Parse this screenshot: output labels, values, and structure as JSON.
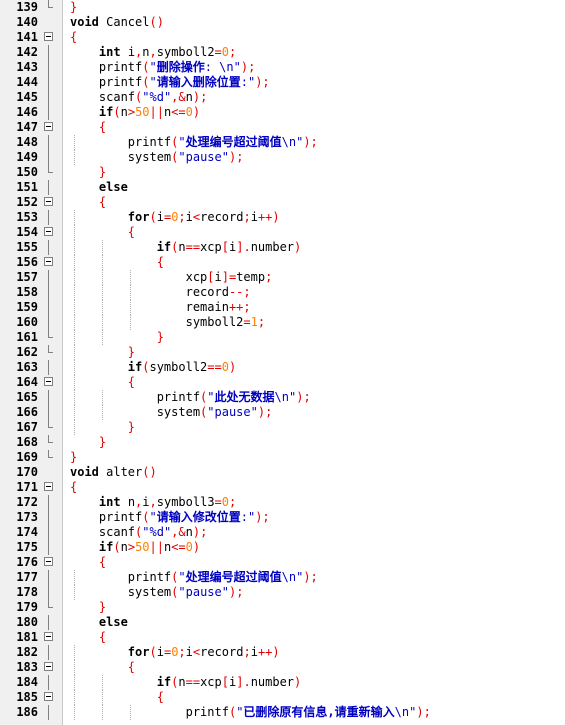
{
  "editor": {
    "lines": [
      {
        "n": "139",
        "fold": "end",
        "guides": [],
        "tokens": [
          [
            "op",
            "}"
          ]
        ]
      },
      {
        "n": "140",
        "fold": "none",
        "guides": [],
        "tokens": [
          [
            "kw",
            "void"
          ],
          [
            "pl",
            " Cancel"
          ],
          [
            "op",
            "()"
          ]
        ]
      },
      {
        "n": "141",
        "fold": "open",
        "guides": [],
        "tokens": [
          [
            "op",
            "{"
          ]
        ]
      },
      {
        "n": "142",
        "fold": "line",
        "guides": [],
        "tokens": [
          [
            "pl",
            "    "
          ],
          [
            "kw",
            "int"
          ],
          [
            "pl",
            " i"
          ],
          [
            "op",
            ","
          ],
          [
            "pl",
            "n"
          ],
          [
            "op",
            ","
          ],
          [
            "pl",
            "symboll2"
          ],
          [
            "op",
            "="
          ],
          [
            "num",
            "0"
          ],
          [
            "op",
            ";"
          ]
        ]
      },
      {
        "n": "143",
        "fold": "line",
        "guides": [],
        "tokens": [
          [
            "pl",
            "    printf"
          ],
          [
            "op",
            "("
          ],
          [
            "str",
            "\""
          ],
          [
            "strb",
            "删除操作"
          ],
          [
            "str",
            ": \\n\""
          ],
          [
            "op",
            ");"
          ]
        ]
      },
      {
        "n": "144",
        "fold": "line",
        "guides": [],
        "tokens": [
          [
            "pl",
            "    printf"
          ],
          [
            "op",
            "("
          ],
          [
            "str",
            "\""
          ],
          [
            "strb",
            "请输入删除位置"
          ],
          [
            "str",
            ":\""
          ],
          [
            "op",
            ");"
          ]
        ]
      },
      {
        "n": "145",
        "fold": "line",
        "guides": [],
        "tokens": [
          [
            "pl",
            "    scanf"
          ],
          [
            "op",
            "("
          ],
          [
            "str",
            "\"%d\""
          ],
          [
            "op",
            ",&"
          ],
          [
            "pl",
            "n"
          ],
          [
            "op",
            ");"
          ]
        ]
      },
      {
        "n": "146",
        "fold": "line",
        "guides": [],
        "tokens": [
          [
            "pl",
            "    "
          ],
          [
            "kw",
            "if"
          ],
          [
            "op",
            "("
          ],
          [
            "pl",
            "n"
          ],
          [
            "op",
            ">"
          ],
          [
            "num",
            "50"
          ],
          [
            "op",
            "||"
          ],
          [
            "pl",
            "n"
          ],
          [
            "op",
            "<="
          ],
          [
            "num",
            "0"
          ],
          [
            "op",
            ")"
          ]
        ]
      },
      {
        "n": "147",
        "fold": "open",
        "guides": [],
        "tokens": [
          [
            "pl",
            "    "
          ],
          [
            "op",
            "{"
          ]
        ]
      },
      {
        "n": "148",
        "fold": "line",
        "guides": [
          90
        ],
        "tokens": [
          [
            "pl",
            "        printf"
          ],
          [
            "op",
            "("
          ],
          [
            "str",
            "\""
          ],
          [
            "strb",
            "处理编号超过阈值"
          ],
          [
            "str",
            "\\n\""
          ],
          [
            "op",
            ");"
          ]
        ]
      },
      {
        "n": "149",
        "fold": "line",
        "guides": [
          90
        ],
        "tokens": [
          [
            "pl",
            "        system"
          ],
          [
            "op",
            "("
          ],
          [
            "str",
            "\"pause\""
          ],
          [
            "op",
            ");"
          ]
        ]
      },
      {
        "n": "150",
        "fold": "end",
        "guides": [],
        "tokens": [
          [
            "pl",
            "    "
          ],
          [
            "op",
            "}"
          ]
        ]
      },
      {
        "n": "151",
        "fold": "line",
        "guides": [],
        "tokens": [
          [
            "pl",
            "    "
          ],
          [
            "kw",
            "else"
          ]
        ]
      },
      {
        "n": "152",
        "fold": "open",
        "guides": [],
        "tokens": [
          [
            "pl",
            "    "
          ],
          [
            "op",
            "{"
          ]
        ]
      },
      {
        "n": "153",
        "fold": "line",
        "guides": [
          90
        ],
        "tokens": [
          [
            "pl",
            "        "
          ],
          [
            "kw",
            "for"
          ],
          [
            "op",
            "("
          ],
          [
            "pl",
            "i"
          ],
          [
            "op",
            "="
          ],
          [
            "num",
            "0"
          ],
          [
            "op",
            ";"
          ],
          [
            "pl",
            "i"
          ],
          [
            "op",
            "<"
          ],
          [
            "pl",
            "record"
          ],
          [
            "op",
            ";"
          ],
          [
            "pl",
            "i"
          ],
          [
            "op",
            "++)"
          ]
        ]
      },
      {
        "n": "154",
        "fold": "open",
        "guides": [
          90
        ],
        "tokens": [
          [
            "pl",
            "        "
          ],
          [
            "op",
            "{"
          ]
        ]
      },
      {
        "n": "155",
        "fold": "line",
        "guides": [
          90,
          118
        ],
        "tokens": [
          [
            "pl",
            "            "
          ],
          [
            "kw",
            "if"
          ],
          [
            "op",
            "("
          ],
          [
            "pl",
            "n"
          ],
          [
            "op",
            "=="
          ],
          [
            "pl",
            "xcp"
          ],
          [
            "op",
            "["
          ],
          [
            "pl",
            "i"
          ],
          [
            "op",
            "]."
          ],
          [
            "pl",
            "number"
          ],
          [
            "op",
            ")"
          ]
        ]
      },
      {
        "n": "156",
        "fold": "open",
        "guides": [
          90,
          118
        ],
        "tokens": [
          [
            "pl",
            "            "
          ],
          [
            "op",
            "{"
          ]
        ]
      },
      {
        "n": "157",
        "fold": "line",
        "guides": [
          90,
          118,
          146
        ],
        "tokens": [
          [
            "pl",
            "                xcp"
          ],
          [
            "op",
            "["
          ],
          [
            "pl",
            "i"
          ],
          [
            "op",
            "]="
          ],
          [
            "pl",
            "temp"
          ],
          [
            "op",
            ";"
          ]
        ]
      },
      {
        "n": "158",
        "fold": "line",
        "guides": [
          90,
          118,
          146
        ],
        "tokens": [
          [
            "pl",
            "                record"
          ],
          [
            "op",
            "--;"
          ]
        ]
      },
      {
        "n": "159",
        "fold": "line",
        "guides": [
          90,
          118,
          146
        ],
        "tokens": [
          [
            "pl",
            "                remain"
          ],
          [
            "op",
            "++;"
          ]
        ]
      },
      {
        "n": "160",
        "fold": "line",
        "guides": [
          90,
          118,
          146
        ],
        "tokens": [
          [
            "pl",
            "                symboll2"
          ],
          [
            "op",
            "="
          ],
          [
            "num",
            "1"
          ],
          [
            "op",
            ";"
          ]
        ]
      },
      {
        "n": "161",
        "fold": "end",
        "guides": [
          90,
          118
        ],
        "tokens": [
          [
            "pl",
            "            "
          ],
          [
            "op",
            "}"
          ]
        ]
      },
      {
        "n": "162",
        "fold": "end",
        "guides": [
          90
        ],
        "tokens": [
          [
            "pl",
            "        "
          ],
          [
            "op",
            "}"
          ]
        ]
      },
      {
        "n": "163",
        "fold": "line",
        "guides": [
          90
        ],
        "tokens": [
          [
            "pl",
            "        "
          ],
          [
            "kw",
            "if"
          ],
          [
            "op",
            "("
          ],
          [
            "pl",
            "symboll2"
          ],
          [
            "op",
            "=="
          ],
          [
            "num",
            "0"
          ],
          [
            "op",
            ")"
          ]
        ]
      },
      {
        "n": "164",
        "fold": "open",
        "guides": [
          90
        ],
        "tokens": [
          [
            "pl",
            "        "
          ],
          [
            "op",
            "{"
          ]
        ]
      },
      {
        "n": "165",
        "fold": "line",
        "guides": [
          90,
          118
        ],
        "tokens": [
          [
            "pl",
            "            printf"
          ],
          [
            "op",
            "("
          ],
          [
            "str",
            "\""
          ],
          [
            "strb",
            "此处无数据"
          ],
          [
            "str",
            "\\n\""
          ],
          [
            "op",
            ");"
          ]
        ]
      },
      {
        "n": "166",
        "fold": "line",
        "guides": [
          90,
          118
        ],
        "tokens": [
          [
            "pl",
            "            system"
          ],
          [
            "op",
            "("
          ],
          [
            "str",
            "\"pause\""
          ],
          [
            "op",
            ");"
          ]
        ]
      },
      {
        "n": "167",
        "fold": "end",
        "guides": [
          90
        ],
        "tokens": [
          [
            "pl",
            "        "
          ],
          [
            "op",
            "}"
          ]
        ]
      },
      {
        "n": "168",
        "fold": "end",
        "guides": [],
        "tokens": [
          [
            "pl",
            "    "
          ],
          [
            "op",
            "}"
          ]
        ]
      },
      {
        "n": "169",
        "fold": "end",
        "guides": [],
        "tokens": [
          [
            "op",
            "}"
          ]
        ]
      },
      {
        "n": "170",
        "fold": "none",
        "guides": [],
        "tokens": [
          [
            "kw",
            "void"
          ],
          [
            "pl",
            " alter"
          ],
          [
            "op",
            "()"
          ]
        ]
      },
      {
        "n": "171",
        "fold": "open",
        "guides": [],
        "tokens": [
          [
            "op",
            "{"
          ]
        ]
      },
      {
        "n": "172",
        "fold": "line",
        "guides": [],
        "tokens": [
          [
            "pl",
            "    "
          ],
          [
            "kw",
            "int"
          ],
          [
            "pl",
            " n"
          ],
          [
            "op",
            ","
          ],
          [
            "pl",
            "i"
          ],
          [
            "op",
            ","
          ],
          [
            "pl",
            "symboll3"
          ],
          [
            "op",
            "="
          ],
          [
            "num",
            "0"
          ],
          [
            "op",
            ";"
          ]
        ]
      },
      {
        "n": "173",
        "fold": "line",
        "guides": [],
        "tokens": [
          [
            "pl",
            "    printf"
          ],
          [
            "op",
            "("
          ],
          [
            "str",
            "\""
          ],
          [
            "strb",
            "请输入修改位置"
          ],
          [
            "str",
            ":\""
          ],
          [
            "op",
            ");"
          ]
        ]
      },
      {
        "n": "174",
        "fold": "line",
        "guides": [],
        "tokens": [
          [
            "pl",
            "    scanf"
          ],
          [
            "op",
            "("
          ],
          [
            "str",
            "\"%d\""
          ],
          [
            "op",
            ",&"
          ],
          [
            "pl",
            "n"
          ],
          [
            "op",
            ");"
          ]
        ]
      },
      {
        "n": "175",
        "fold": "line",
        "guides": [],
        "tokens": [
          [
            "pl",
            "    "
          ],
          [
            "kw",
            "if"
          ],
          [
            "op",
            "("
          ],
          [
            "pl",
            "n"
          ],
          [
            "op",
            ">"
          ],
          [
            "num",
            "50"
          ],
          [
            "op",
            "||"
          ],
          [
            "pl",
            "n"
          ],
          [
            "op",
            "<="
          ],
          [
            "num",
            "0"
          ],
          [
            "op",
            ")"
          ]
        ]
      },
      {
        "n": "176",
        "fold": "open",
        "guides": [],
        "tokens": [
          [
            "pl",
            "    "
          ],
          [
            "op",
            "{"
          ]
        ]
      },
      {
        "n": "177",
        "fold": "line",
        "guides": [
          90
        ],
        "tokens": [
          [
            "pl",
            "        printf"
          ],
          [
            "op",
            "("
          ],
          [
            "str",
            "\""
          ],
          [
            "strb",
            "处理编号超过阈值"
          ],
          [
            "str",
            "\\n\""
          ],
          [
            "op",
            ");"
          ]
        ]
      },
      {
        "n": "178",
        "fold": "line",
        "guides": [
          90
        ],
        "tokens": [
          [
            "pl",
            "        system"
          ],
          [
            "op",
            "("
          ],
          [
            "str",
            "\"pause\""
          ],
          [
            "op",
            ");"
          ]
        ]
      },
      {
        "n": "179",
        "fold": "end",
        "guides": [],
        "tokens": [
          [
            "pl",
            "    "
          ],
          [
            "op",
            "}"
          ]
        ]
      },
      {
        "n": "180",
        "fold": "line",
        "guides": [],
        "tokens": [
          [
            "pl",
            "    "
          ],
          [
            "kw",
            "else"
          ]
        ]
      },
      {
        "n": "181",
        "fold": "open",
        "guides": [],
        "tokens": [
          [
            "pl",
            "    "
          ],
          [
            "op",
            "{"
          ]
        ]
      },
      {
        "n": "182",
        "fold": "line",
        "guides": [
          90
        ],
        "tokens": [
          [
            "pl",
            "        "
          ],
          [
            "kw",
            "for"
          ],
          [
            "op",
            "("
          ],
          [
            "pl",
            "i"
          ],
          [
            "op",
            "="
          ],
          [
            "num",
            "0"
          ],
          [
            "op",
            ";"
          ],
          [
            "pl",
            "i"
          ],
          [
            "op",
            "<"
          ],
          [
            "pl",
            "record"
          ],
          [
            "op",
            ";"
          ],
          [
            "pl",
            "i"
          ],
          [
            "op",
            "++)"
          ]
        ]
      },
      {
        "n": "183",
        "fold": "open",
        "guides": [
          90
        ],
        "tokens": [
          [
            "pl",
            "        "
          ],
          [
            "op",
            "{"
          ]
        ]
      },
      {
        "n": "184",
        "fold": "line",
        "guides": [
          90,
          118
        ],
        "tokens": [
          [
            "pl",
            "            "
          ],
          [
            "kw",
            "if"
          ],
          [
            "op",
            "("
          ],
          [
            "pl",
            "n"
          ],
          [
            "op",
            "=="
          ],
          [
            "pl",
            "xcp"
          ],
          [
            "op",
            "["
          ],
          [
            "pl",
            "i"
          ],
          [
            "op",
            "]."
          ],
          [
            "pl",
            "number"
          ],
          [
            "op",
            ")"
          ]
        ]
      },
      {
        "n": "185",
        "fold": "open",
        "guides": [
          90,
          118
        ],
        "tokens": [
          [
            "pl",
            "            "
          ],
          [
            "op",
            "{"
          ]
        ]
      },
      {
        "n": "186",
        "fold": "line",
        "guides": [
          90,
          118,
          146
        ],
        "tokens": [
          [
            "pl",
            "                printf"
          ],
          [
            "op",
            "("
          ],
          [
            "str",
            "\""
          ],
          [
            "strb",
            "已删除原有信息,请重新输入"
          ],
          [
            "str",
            "\\n\""
          ],
          [
            "op",
            ");"
          ]
        ]
      }
    ]
  }
}
